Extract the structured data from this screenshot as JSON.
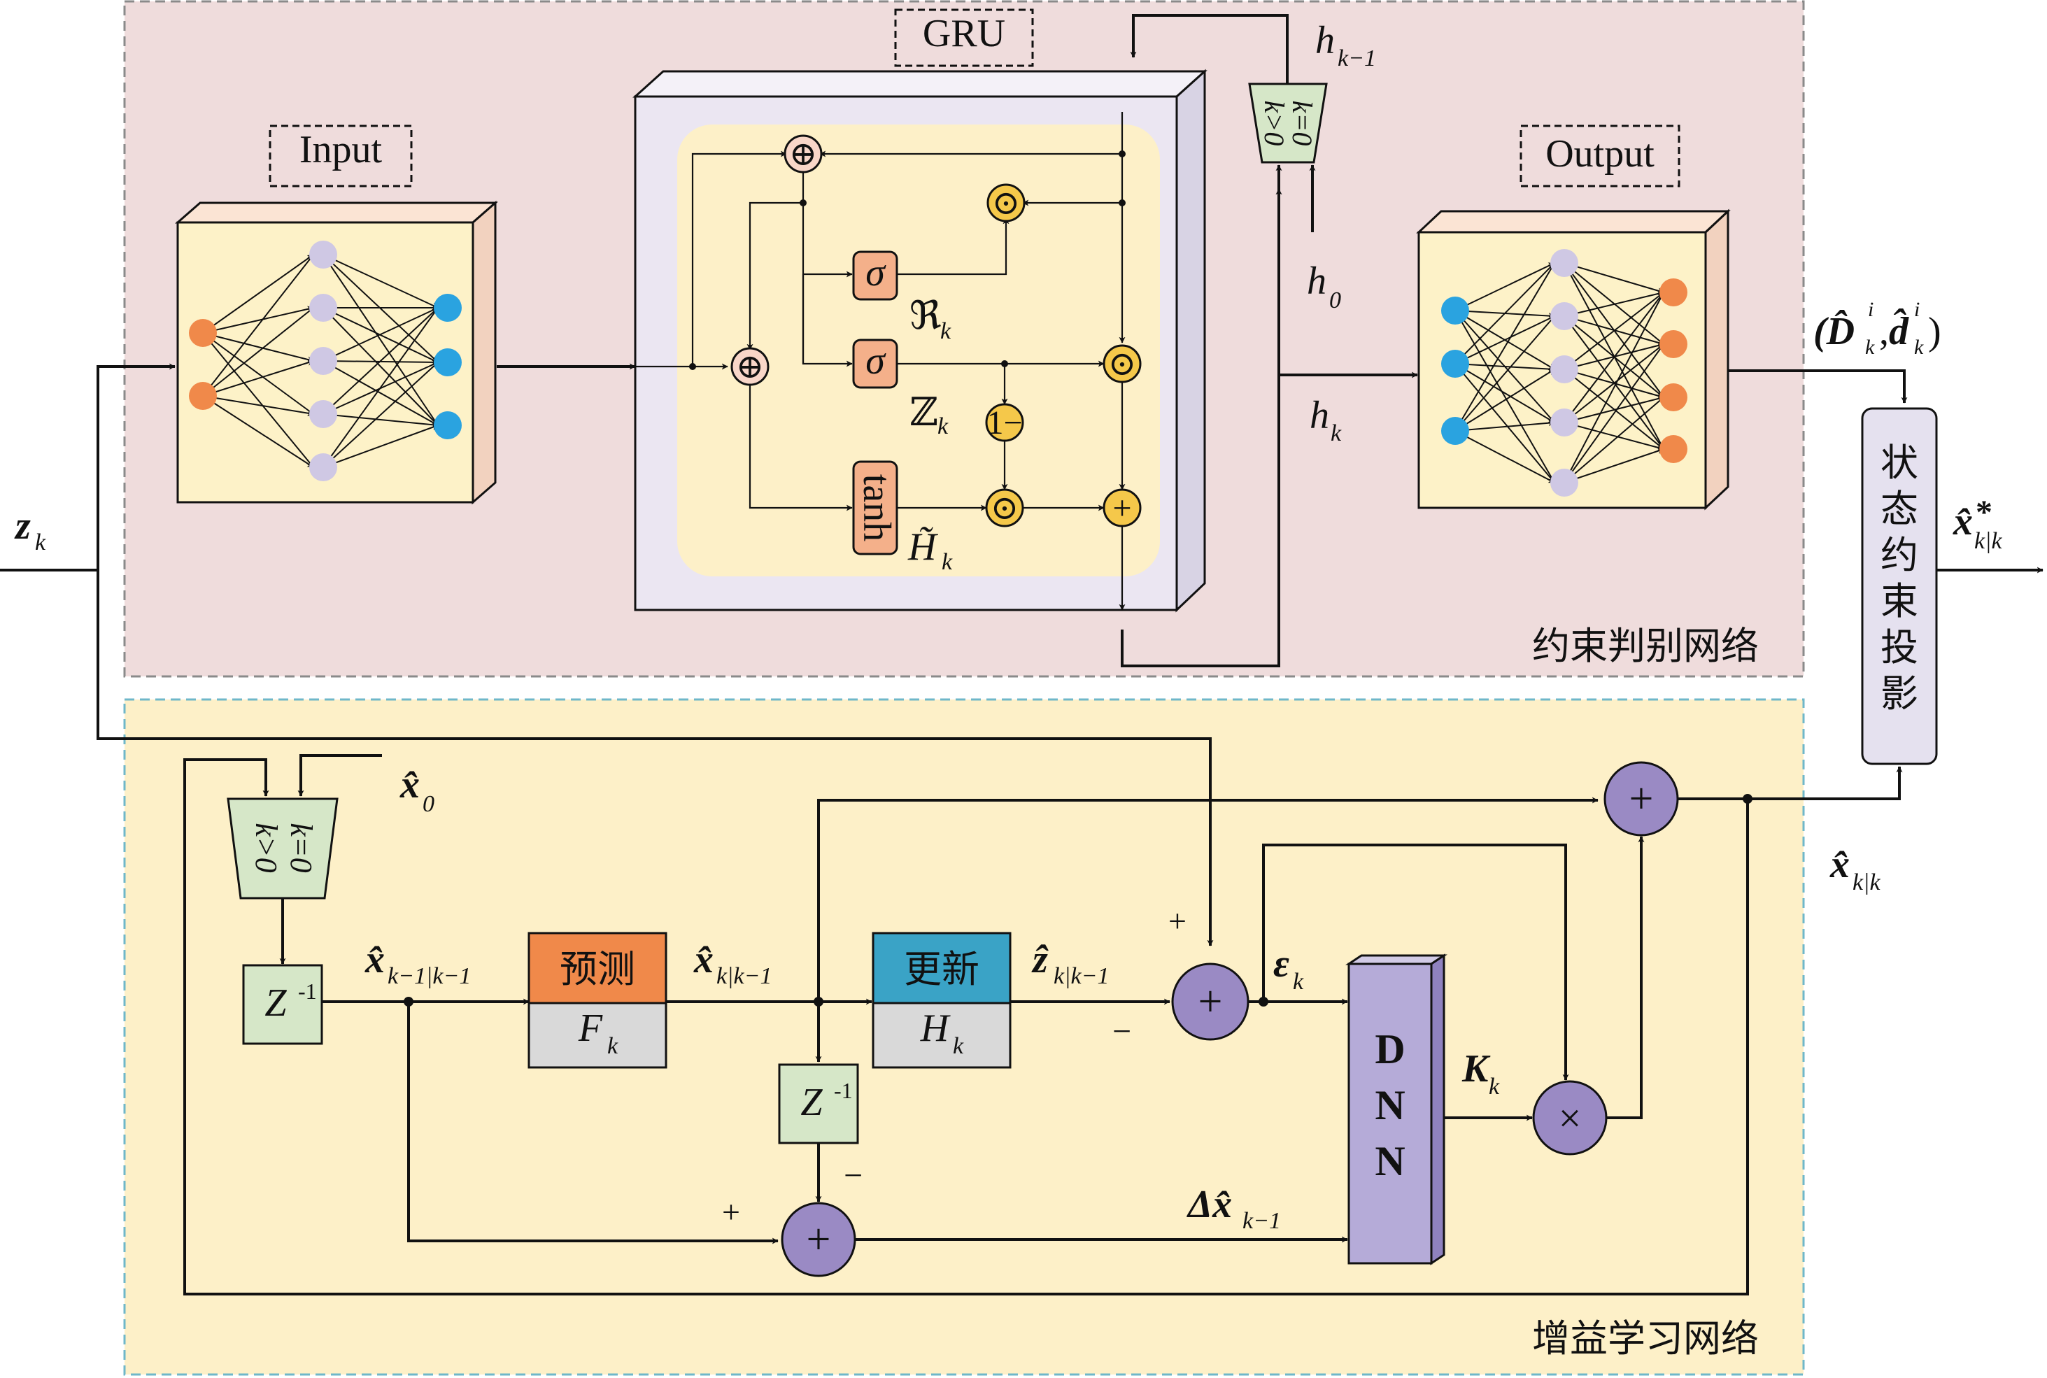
{
  "sections": {
    "top_region_label": "约束判别网络",
    "bottom_region_label": "增益学习网络"
  },
  "blocks": {
    "input_label": "Input",
    "gru_label": "GRU",
    "output_label": "Output",
    "projection_label": "状态约束投影",
    "predict_label": "预测",
    "update_label": "更新",
    "dnn_label": "DNN"
  },
  "switch_top": {
    "opt1": "k>0",
    "opt2": "k=0"
  },
  "switch_bottom": {
    "opt1": "k>0",
    "opt2": "k=0"
  },
  "gru_internal": {
    "sigma_label": "σ",
    "tanh_label": "tanh",
    "reset_gate_symbol": "ℜ",
    "update_gate_symbol": "ℤ",
    "candidate_symbol": "H̃",
    "sub_k": "k",
    "one_minus": "1−",
    "xor_symbol": "⊕",
    "dot_symbol": "⊙",
    "plus_symbol": "+",
    "times_symbol": "×"
  },
  "symbols": {
    "z_k": "z",
    "z_k_sub": "k",
    "h_km1": "h",
    "h_km1_sub": "k−1",
    "h_0": "h",
    "h_0_sub": "0",
    "h_k": "h",
    "h_k_sub": "k",
    "D_pair": "(D̂",
    "D_sup": "i",
    "D_sub": "k",
    "d_sym": "d̂",
    "d_sup": "i",
    "d_sub": "k",
    "pair_close": ")",
    "x_star": "x̂",
    "x_star_sup": "*",
    "x_star_sub": "k|k",
    "x_hat_0": "x̂",
    "x_hat_0_sub": "0",
    "x_km1": "x̂",
    "x_km1_sub": "k−1|k−1",
    "x_kkm1": "x̂",
    "x_kkm1_sub": "k|k−1",
    "z_kkm1": "ẑ",
    "z_kkm1_sub": "k|k−1",
    "F_k": "F",
    "F_k_sub": "k",
    "H_k": "H",
    "H_k_sub": "k",
    "Z_inv": "Z",
    "Z_inv_sup": "-1",
    "eps": "ε",
    "eps_sub": "k",
    "K": "K",
    "K_sub": "k",
    "delta_x": "Δx̂",
    "delta_x_sub": "k−1",
    "x_kk": "x̂",
    "x_kk_sub": "k|k",
    "plus_sign": "+",
    "minus_sign": "−"
  },
  "colors": {
    "top_region_bg": "#efdcdc",
    "bottom_region_bg": "#fdf0c8",
    "nn_box_bg": "#fdf2c8",
    "gru_inner_bg": "#fdf0c8",
    "gru_box_bg": "#ebe6f2",
    "switch_fill": "#d6e7c8",
    "z_inv_fill": "#d6e7c8",
    "predict_header": "#f0894a",
    "update_header": "#3aa3c6",
    "block_gray": "#d9d9d9",
    "sum_purple": "#9a8ac4",
    "gru_op_yellow": "#f5c84a",
    "gru_op_pink": "#f8d6c8",
    "sigma_fill": "#f4b08a",
    "dnn_fill": "#b5abd8",
    "projection_fill": "#e5e1ef",
    "node_orange": "#f0894a",
    "node_lavender": "#cfc8e4",
    "node_blue": "#2aa3e0"
  }
}
